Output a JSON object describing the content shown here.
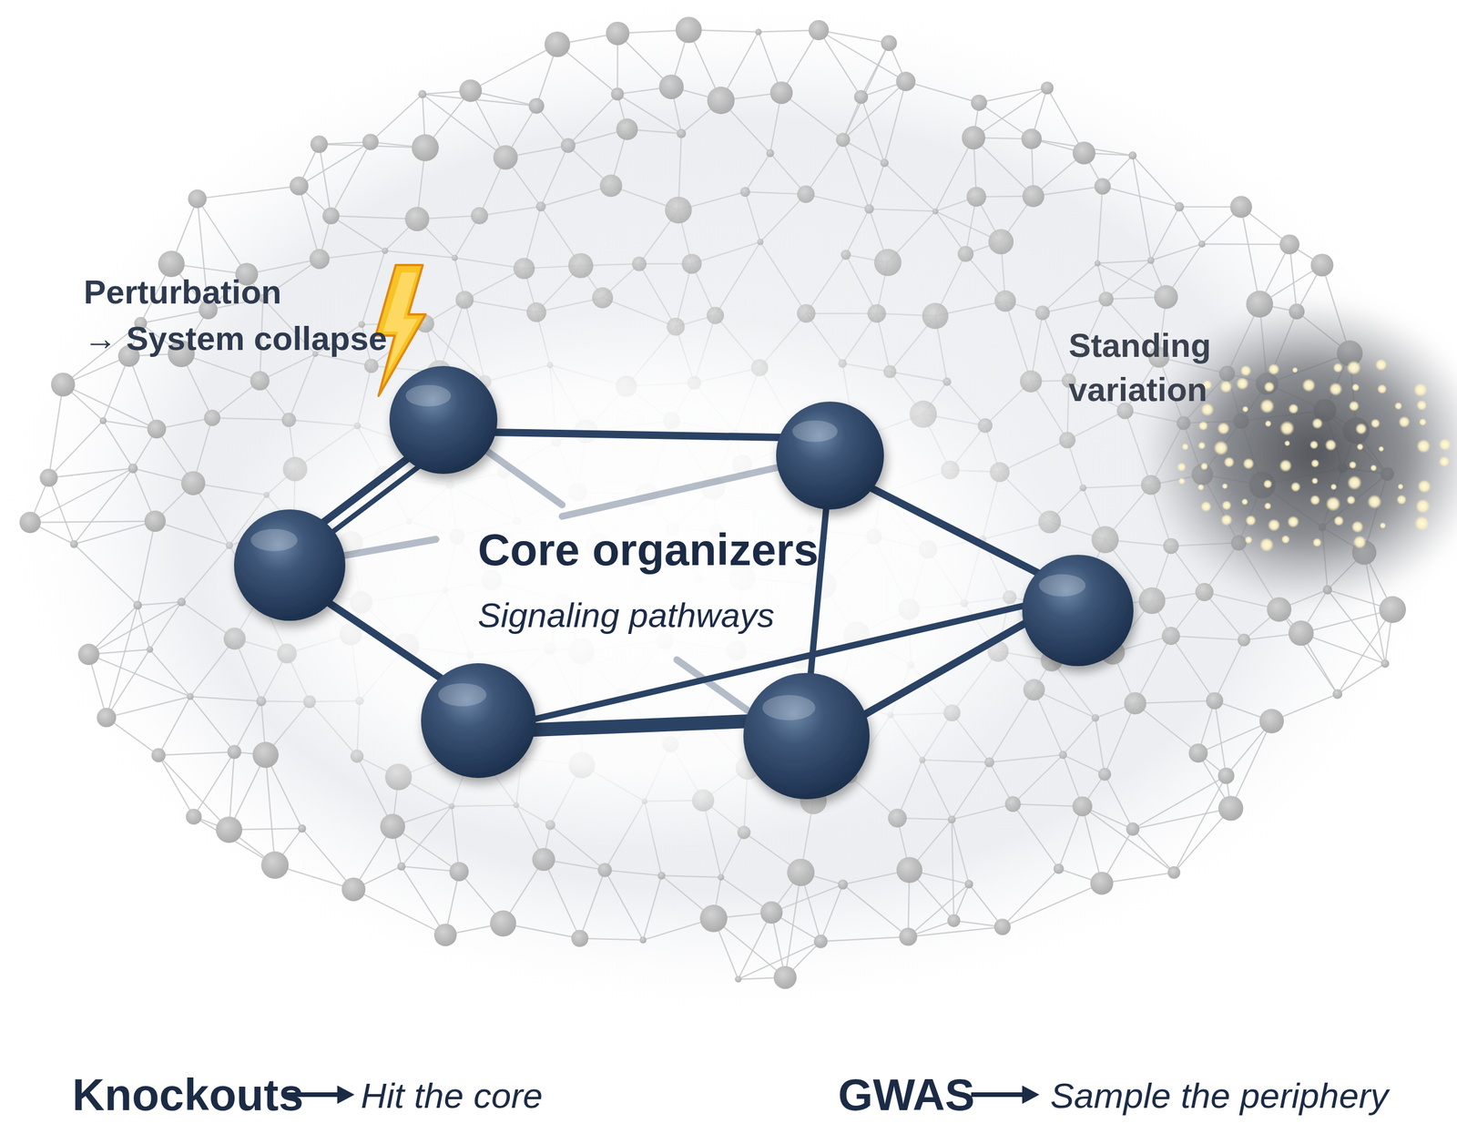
{
  "diagram": {
    "labels": [
      "Perturbation",
      "→ System collapse",
      "Standing variation",
      "Core organizers",
      "Signaling pathways",
      "Knockouts",
      "Hit the core",
      "GWAS",
      "Sample the periphery"
    ]
  }
}
